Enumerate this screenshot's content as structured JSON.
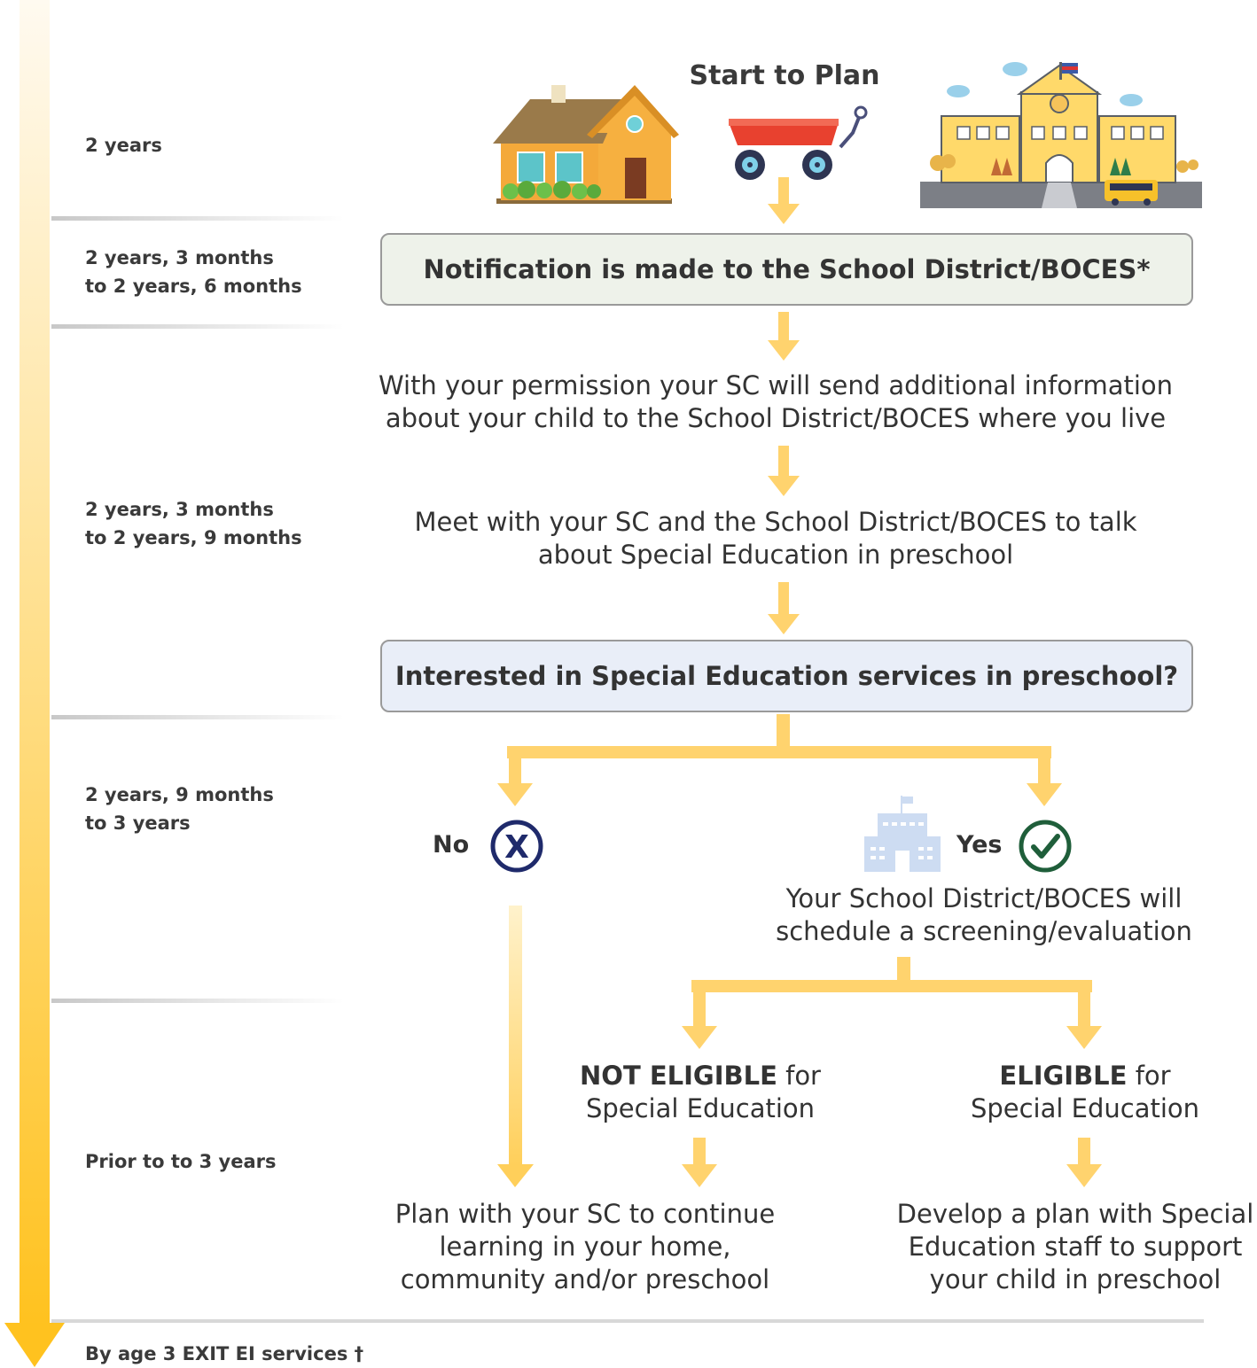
{
  "timeline": {
    "labels": [
      [
        "2 years"
      ],
      [
        "2 years, 3 months",
        "to 2 years, 6 months"
      ],
      [
        "2 years, 3 months",
        "to 2 years, 9 months"
      ],
      [
        "2 years, 9 months",
        "to 3 years"
      ],
      [
        "Prior to to 3 years"
      ],
      [
        "By age 3 EXIT EI services †"
      ]
    ]
  },
  "header": {
    "start_to_plan": "Start to Plan"
  },
  "steps": {
    "notification": "Notification is made to the School District/BOCES*",
    "permission": [
      "With your permission your SC will send additional information",
      "about your child to the School District/BOCES where you live"
    ],
    "meet": [
      "Meet with your SC and the School District/BOCES to talk",
      "about Special Education in preschool"
    ],
    "interested": "Interested in Special Education services in preschool?"
  },
  "branches": {
    "no": {
      "label": "No",
      "icon": "x-circle-icon"
    },
    "yes": {
      "label": "Yes",
      "icon": "check-circle-icon",
      "text": [
        "Your School District/BOCES will",
        "schedule a screening/evaluation"
      ]
    },
    "not_eligible": {
      "bold": "NOT ELIGIBLE",
      "rest": " for",
      "line2": "Special Education"
    },
    "eligible": {
      "bold": "ELIGIBLE",
      "rest": " for",
      "line2": "Special Education"
    },
    "no_outcome": [
      "Plan with your SC to continue",
      "learning in your home,",
      "community and/or preschool"
    ],
    "eligible_outcome": [
      "Develop a plan with Special",
      "Education staff to support",
      "your child in preschool"
    ]
  },
  "colors": {
    "arrow": "#ffd36e",
    "timeline_top": "#fff8e6",
    "timeline_bottom": "#ffc226",
    "notification_box": "#eef2ea",
    "interested_box": "#e9eef8",
    "no_icon": "#1f2a6b",
    "yes_icon": "#1f5e3a"
  },
  "icons": [
    "house-icon",
    "wagon-icon",
    "school-icon",
    "school-building-icon"
  ]
}
